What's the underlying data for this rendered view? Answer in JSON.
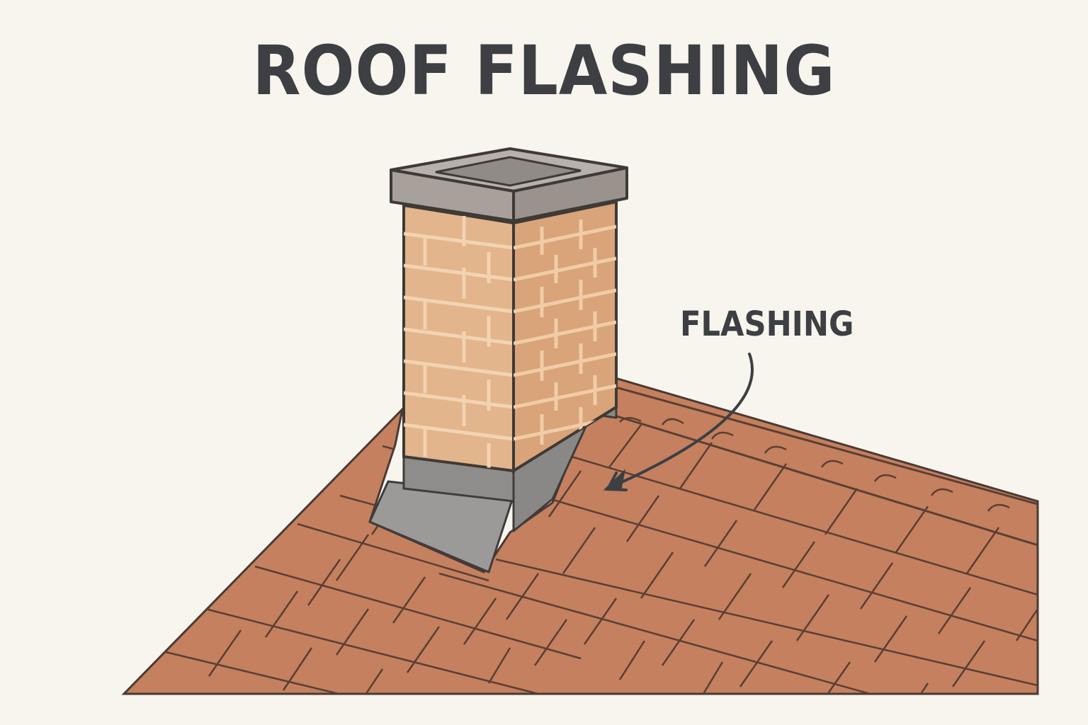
{
  "title": "ROOF FLASHING",
  "callout": {
    "label": "FLASHING"
  },
  "icons": [
    "chimney",
    "roof-shingles",
    "flashing",
    "callout-arrow"
  ],
  "colors": {
    "background": "#f8f4ee",
    "text": "#3d3f43",
    "shingle": "#c88263",
    "brick": "#e2b58c",
    "flashing": "#9c9a98",
    "chimney_cap": "#b0a9a3"
  }
}
